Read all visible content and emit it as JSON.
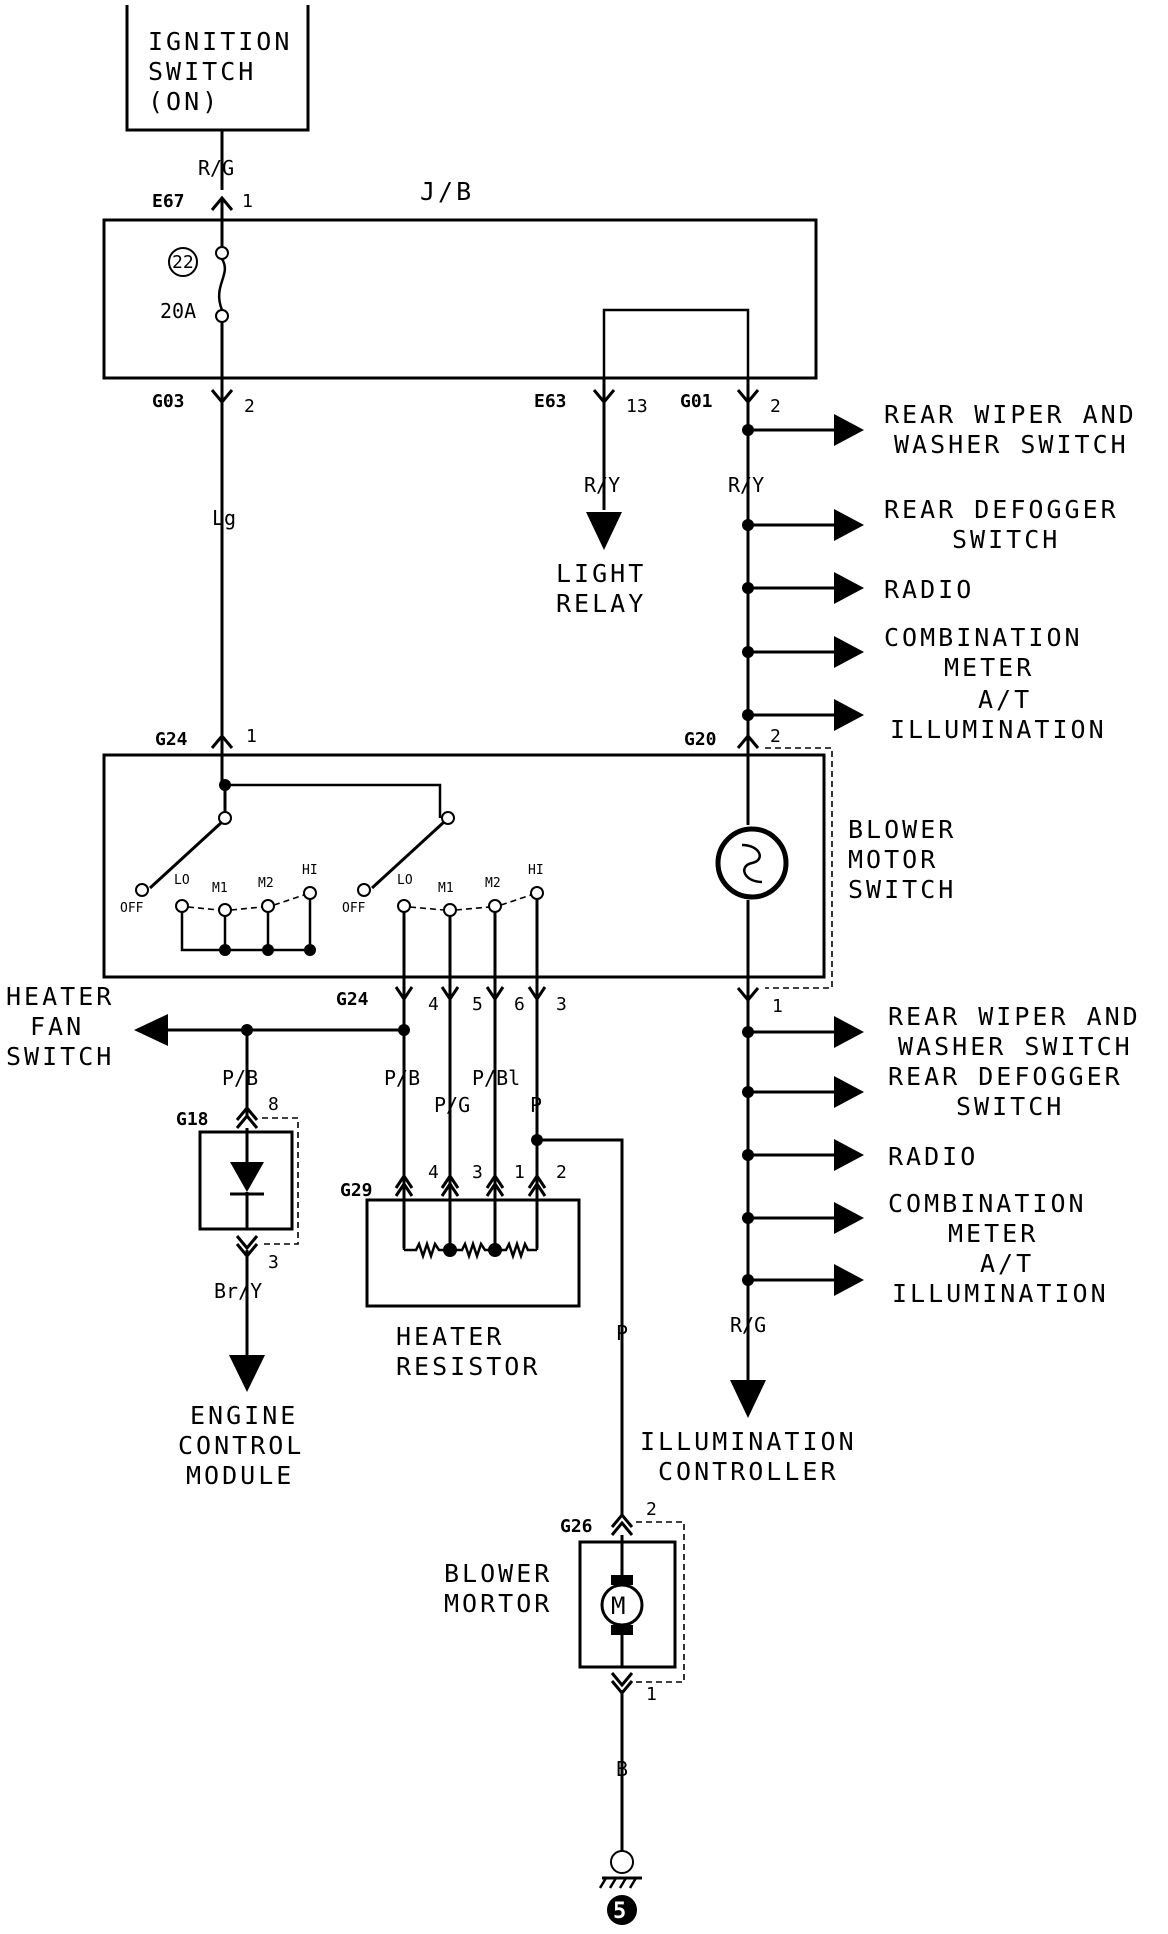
{
  "components": {
    "ignition_switch": [
      "IGNITION",
      "SWITCH",
      "(ON)"
    ],
    "junction_block": "J/B",
    "fuse_number": "22",
    "fuse_rating": "20A",
    "light_relay": [
      "LIGHT",
      "RELAY"
    ],
    "blower_motor_switch": [
      "BLOWER",
      "MOTOR",
      "SWITCH"
    ],
    "heater_fan_switch": [
      "HEATER",
      "FAN",
      "SWITCH"
    ],
    "heater_resistor": [
      "HEATER",
      "RESISTOR"
    ],
    "engine_control_module": [
      "ENGINE",
      "CONTROL",
      "MODULE"
    ],
    "illumination_controller": [
      "ILLUMINATION",
      "CONTROLLER"
    ],
    "blower_motor": [
      "BLOWER",
      "MORTOR"
    ],
    "motor_symbol": "M",
    "ground_number": "5"
  },
  "switch_positions": {
    "left": [
      "OFF",
      "LO",
      "M1",
      "M2",
      "HI"
    ],
    "right": [
      "OFF",
      "LO",
      "M1",
      "M2",
      "HI"
    ]
  },
  "connectors": {
    "e67": "E67",
    "g03": "G03",
    "e63": "E63",
    "g01": "G01",
    "g24_top": "G24",
    "g20": "G20",
    "g24_bottom": "G24",
    "g18": "G18",
    "g29": "G29",
    "g26": "G26"
  },
  "pins": {
    "e67": "1",
    "g03": "2",
    "e63": "13",
    "g01": "2",
    "g24_top": "1",
    "g20": "2",
    "g20_bottom": "1",
    "g24_b4": "4",
    "g24_b5": "5",
    "g24_b6": "6",
    "g24_b3": "3",
    "g18_top": "8",
    "g18_bottom": "3",
    "g29_4": "4",
    "g29_3": "3",
    "g29_1": "1",
    "g29_2": "2",
    "g26_top": "2",
    "g26_bottom": "1"
  },
  "wires": {
    "ign_out": "R/G",
    "fuse_out": "Lg",
    "light_relay": "R/Y",
    "illum_feed": "R/Y",
    "heater_fan": "P/B",
    "pb": "P/B",
    "pg": "P/G",
    "pbl": "P/Bl",
    "p": "P",
    "ecm": "Br/Y",
    "motor_feed": "P",
    "illum_out": "R/G",
    "ground": "B"
  },
  "outputs_upper": [
    [
      "REAR WIPER AND",
      "WASHER SWITCH"
    ],
    [
      "REAR DEFOGGER",
      "SWITCH"
    ],
    [
      "RADIO"
    ],
    [
      "COMBINATION",
      "METER"
    ],
    [
      "A/T",
      "ILLUMINATION"
    ]
  ],
  "outputs_lower": [
    [
      "REAR WIPER AND",
      "WASHER SWITCH"
    ],
    [
      "REAR DEFOGGER",
      "SWITCH"
    ],
    [
      "RADIO"
    ],
    [
      "COMBINATION",
      "METER"
    ],
    [
      "A/T",
      "ILLUMINATION"
    ]
  ]
}
